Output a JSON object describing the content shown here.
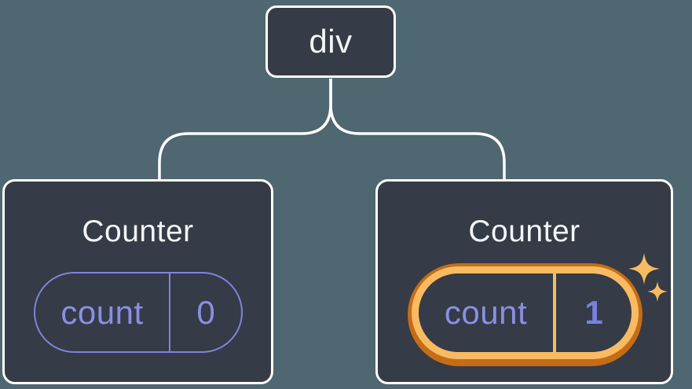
{
  "diagram": {
    "root": {
      "label": "div"
    },
    "children": [
      {
        "title": "Counter",
        "state": {
          "key": "count",
          "value": "0"
        },
        "highlighted": false
      },
      {
        "title": "Counter",
        "state": {
          "key": "count",
          "value": "1"
        },
        "highlighted": true
      }
    ],
    "icons": {
      "sparkle": "sparkle-stars-icon"
    },
    "colors": {
      "background": "#4E6770",
      "node_fill": "#353B47",
      "node_border": "#FFFFFF",
      "connector": "#FFFFFF",
      "text_primary": "#F3F4F6",
      "state_text_purple": "#8A8FE4",
      "state_border_purple": "#7E84DE",
      "state_value_bold_purple": "#7A80DC",
      "highlight_orange_dark": "#C56D16",
      "highlight_orange_light": "#F8BB62",
      "sparkle": "#F8BB62"
    }
  }
}
